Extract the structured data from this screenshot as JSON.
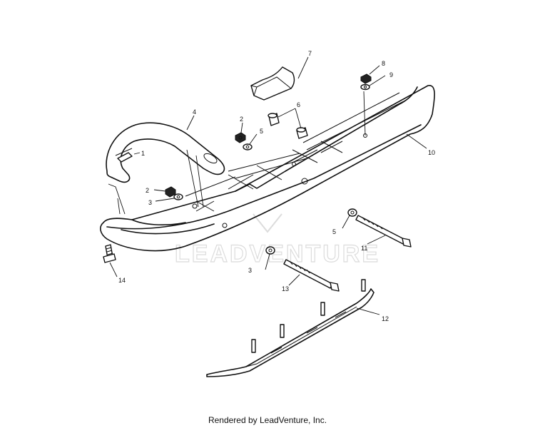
{
  "watermark": "LEADVENTURE",
  "footer": "Rendered by LeadVenture, Inc.",
  "callouts": {
    "c1": "1",
    "c2a": "2",
    "c2b": "2",
    "c3a": "3",
    "c3b": "3",
    "c4": "4",
    "c5a": "5",
    "c5b": "5",
    "c6": "6",
    "c7": "7",
    "c8": "8",
    "c9": "9",
    "c10": "10",
    "c11": "11",
    "c12": "12",
    "c13": "13",
    "c14": "14"
  }
}
